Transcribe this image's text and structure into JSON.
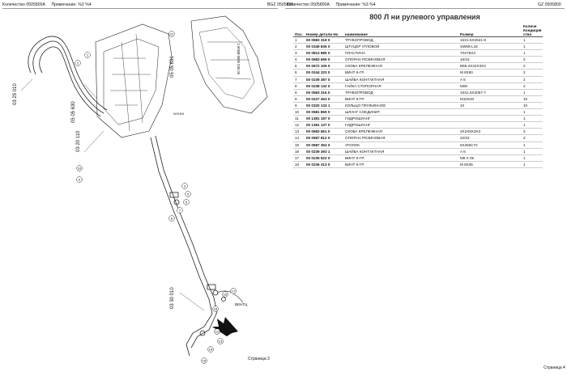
{
  "header": {
    "left_qty_label": "Количество 0505800A",
    "left_note": "Примечание: %3 %4",
    "left_code": "BGZ 0505800",
    "right_qty_label": "Количество 0505800A",
    "right_note": "Примечание: %3 %4",
    "right_code": "GZ 0505800"
  },
  "drawing": {
    "labels": {
      "callout_1": "03 25 010",
      "callout_2": "05 05 631",
      "callout_3": "03 20 110",
      "callout_4": "05 05 630",
      "callout_5": "03 30 010",
      "vertical_note": "00 063 0680-Ø008 2",
      "side_note": "NOHNI",
      "wheel_note": "ВЕНТЦ"
    },
    "part_badges": [
      "1",
      "2",
      "3",
      "5",
      "6",
      "7",
      "8",
      "9",
      "10",
      "11",
      "12",
      "13",
      "14",
      "15",
      "16",
      "17",
      "18"
    ]
  },
  "table": {
    "title": "800 Л  ни   рулевого управления",
    "headers": {
      "pos": "Поз.",
      "number": "Номер детали Но",
      "name": "наимование",
      "size": "Размер",
      "qty": "Количе Кондиция ство"
    },
    "rows": [
      {
        "pos": "1",
        "number": "00 0583 318 0",
        "name": "ТРУБОПРОВОД",
        "size": "15X1.5X2521-8",
        "qty": "1"
      },
      {
        "pos": "2",
        "number": "00 0349 836 0",
        "name": "ШТУЦЕР УГЛОВОЙ",
        "size": "SW08-L15",
        "qty": "1"
      },
      {
        "pos": "3",
        "number": "00 0813 885 0",
        "name": "ПЛАСТИНА",
        "size": "70X75X3",
        "qty": "1"
      },
      {
        "pos": "4",
        "number": "00 0683 659 0",
        "name": "ОПОРНА РЕЗИНОВАЯ",
        "size": "15/15",
        "qty": "2"
      },
      {
        "pos": "5",
        "number": "00 0672 109 0",
        "name": "СКОБА КРЕПЕЖНАЯ",
        "size": "B55-2X22X3X3",
        "qty": "2"
      },
      {
        "pos": "6",
        "number": "00 0244 323 0",
        "name": "ВИНТ 6-ГР.",
        "size": "M 8X50",
        "qty": "2"
      },
      {
        "pos": "7",
        "number": "00 0239 387 0",
        "name": "ШАЙБА КОНТАКТНАЯ",
        "size": "A 8",
        "qty": "2"
      },
      {
        "pos": "8",
        "number": "00 0238 132 0",
        "name": "ГАЙКА СТОПОРНАЯ",
        "size": "M08",
        "qty": "2"
      },
      {
        "pos": "9",
        "number": "00 0583 316 0",
        "name": "ТРУБОПРОВОД",
        "size": "15X1.5X2067-7",
        "qty": "1"
      },
      {
        "pos": "9",
        "number": "00 0227 453 0",
        "name": "ВИНТ 6-ГР.",
        "size": "M10X20",
        "qty": "10"
      },
      {
        "pos": "9",
        "number": "00 0320 133 1",
        "name": "КОЛЬЦО ПРУЖИННОЕ",
        "size": "10",
        "qty": "10"
      },
      {
        "pos": "10",
        "number": "00 0581 869 0",
        "name": "ШЛАНГ СОЕДИНИТ.",
        "size": "",
        "qty": "1"
      },
      {
        "pos": "11",
        "number": "00 1381 187 0",
        "name": "ГИДРОШЛАНГ",
        "size": "",
        "qty": "1"
      },
      {
        "pos": "12",
        "number": "00 1381 137 0",
        "name": "ГИДРОШЛАНГ",
        "size": "",
        "qty": "1"
      },
      {
        "pos": "13",
        "number": "00 0683 661 0",
        "name": "СКОБА КРЕПЕЖНАЯ",
        "size": "2X2X9X3X3",
        "qty": "2"
      },
      {
        "pos": "14",
        "number": "00 0687 812 0",
        "name": "ОПОРНА РЕЗИНОВАЯ",
        "size": "22/22",
        "qty": "2"
      },
      {
        "pos": "15",
        "number": "00 0587 353 0",
        "name": "УГОЛОК",
        "size": "5X250C72",
        "qty": "1"
      },
      {
        "pos": "16",
        "number": "00 0239 393 1",
        "name": "ШАЙБА КОНТАКТНАЯ",
        "size": "A 8",
        "qty": "1"
      },
      {
        "pos": "17",
        "number": "00 0235 522 0",
        "name": "ВИНТ 6-ГР.",
        "size": "M8 X 05",
        "qty": "1"
      },
      {
        "pos": "18",
        "number": "00 0236 313 0",
        "name": "ВИНТ 6-ГР.",
        "size": "M 8X35",
        "qty": "1"
      }
    ]
  },
  "footer": {
    "page_left": "Страница 3",
    "page_right": "Страница 4"
  }
}
